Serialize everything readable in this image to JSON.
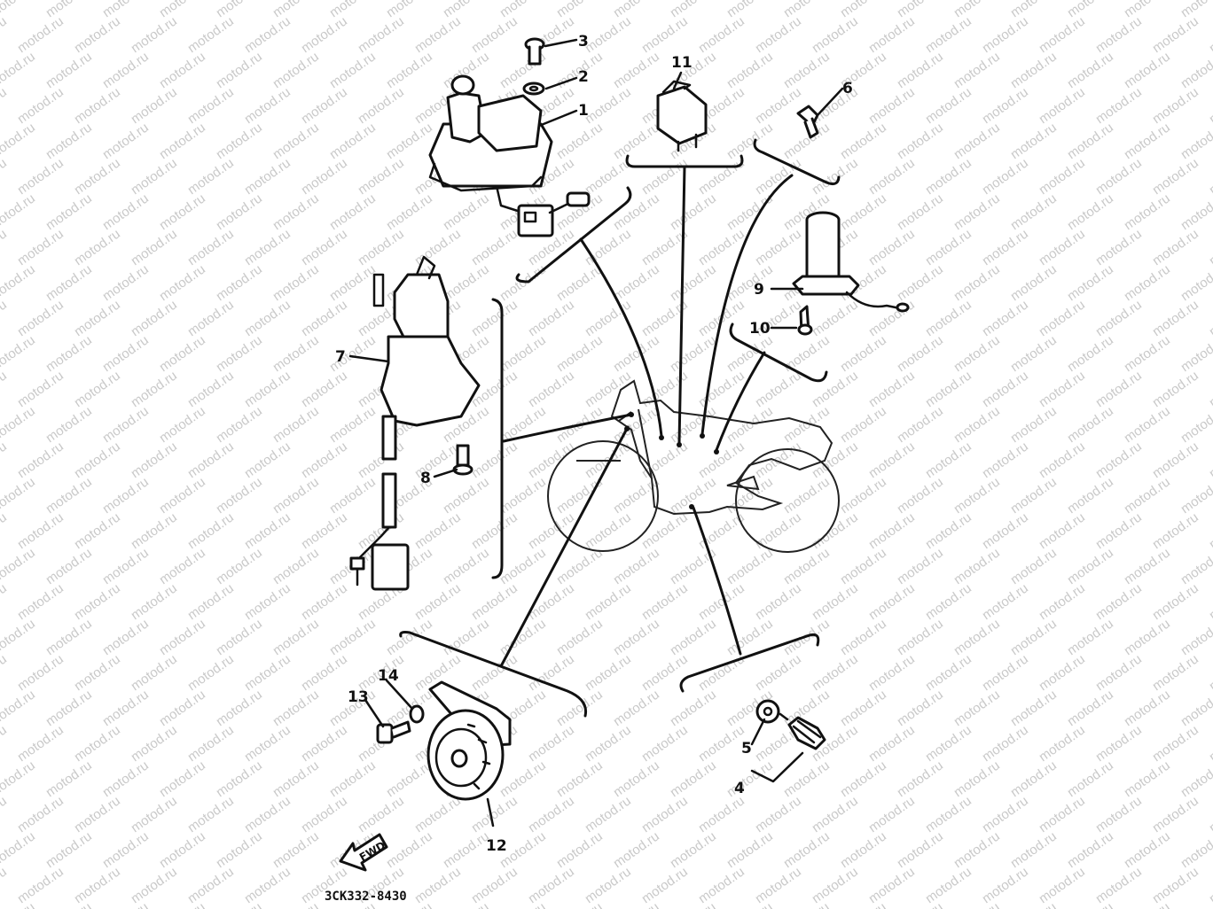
{
  "watermark": "motod.ru",
  "diagram_code": "3CK332-8430",
  "fwd_label": "FWD",
  "callouts": {
    "c1": "1",
    "c2": "2",
    "c3": "3",
    "c4": "4",
    "c5": "5",
    "c6": "6",
    "c7": "7",
    "c8": "8",
    "c9": "9",
    "c10": "10",
    "c11": "11",
    "c12": "12",
    "c13": "13",
    "c14": "14"
  }
}
